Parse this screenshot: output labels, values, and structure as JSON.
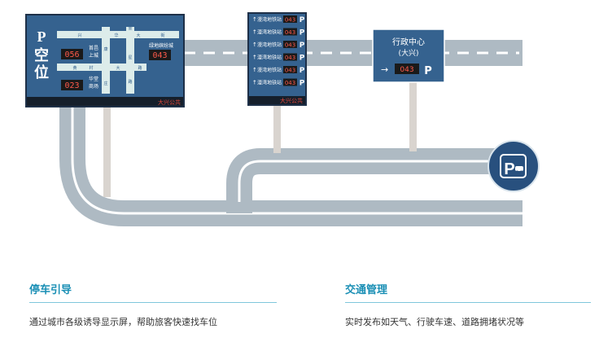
{
  "colors": {
    "road": "#aebac3",
    "road_line": "#ffffff",
    "board": "#35628f",
    "board_dark": "#1e3048",
    "led_red": "#ff5a4a",
    "pole": "#d9d4cf",
    "accent": "#1a8fb5",
    "parking_circle": "#28507e"
  },
  "big_board": {
    "p_label": "P",
    "side_chars": [
      "空",
      "位"
    ],
    "footer": "大兴公共",
    "streets": {
      "top": [
        "兴",
        "华",
        "大",
        "街"
      ],
      "left_col": [
        "康",
        "庄"
      ],
      "mid_row": [
        "黄",
        "村",
        "大",
        "路"
      ],
      "right_col": [
        "金",
        "星",
        "路"
      ]
    },
    "lots": [
      {
        "name_lines": [
          "首邑",
          "上城"
        ],
        "value": "056"
      },
      {
        "name": "绿地缤纷城",
        "value": "043"
      },
      {
        "name_lines": [
          "华堂",
          "商场"
        ],
        "value": "023"
      }
    ]
  },
  "mid_board": {
    "rows": [
      {
        "arrow": "↑",
        "name": "漫湾地铁站",
        "value": "043",
        "p": "P"
      },
      {
        "arrow": "↑",
        "name": "漫湾地铁站",
        "value": "043",
        "p": "P"
      },
      {
        "arrow": "↑",
        "name": "漫湾地铁站",
        "value": "043",
        "p": "P"
      },
      {
        "arrow": "↑",
        "name": "漫湾地铁站",
        "value": "043",
        "p": "P"
      },
      {
        "arrow": "↑",
        "name": "漫湾地铁站",
        "value": "043",
        "p": "P"
      },
      {
        "arrow": "↑",
        "name": "漫湾地铁站",
        "value": "043",
        "p": "P"
      }
    ],
    "footer": "大兴公共"
  },
  "right_board": {
    "title": "行政中心",
    "subtitle": "(大兴)",
    "arrow": "→",
    "value": "043",
    "p": "P"
  },
  "parking_icon": {
    "icon": "parking-car-icon",
    "letter": "P"
  },
  "captions": [
    {
      "title": "停车引导",
      "desc": "通过城市各级诱导显示屏，帮助旅客快速找车位"
    },
    {
      "title": "交通管理",
      "desc": "实时发布如天气、行驶车速、道路拥堵状况等"
    }
  ]
}
